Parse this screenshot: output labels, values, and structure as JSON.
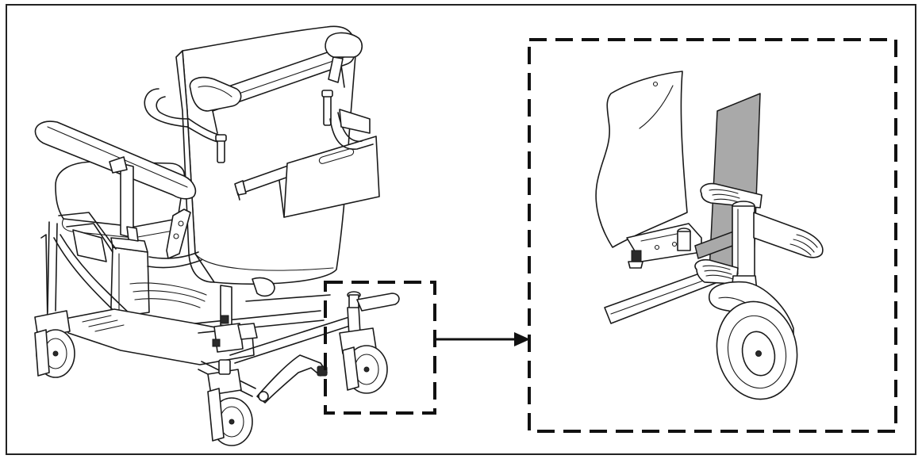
{
  "figure": {
    "frame_color": "#222222",
    "highlight_color": "#a9a9a9",
    "background": "#ffffff",
    "panels": [
      "overview-chair",
      "detail-footrest"
    ],
    "callout": "dashed-box-with-arrow"
  }
}
